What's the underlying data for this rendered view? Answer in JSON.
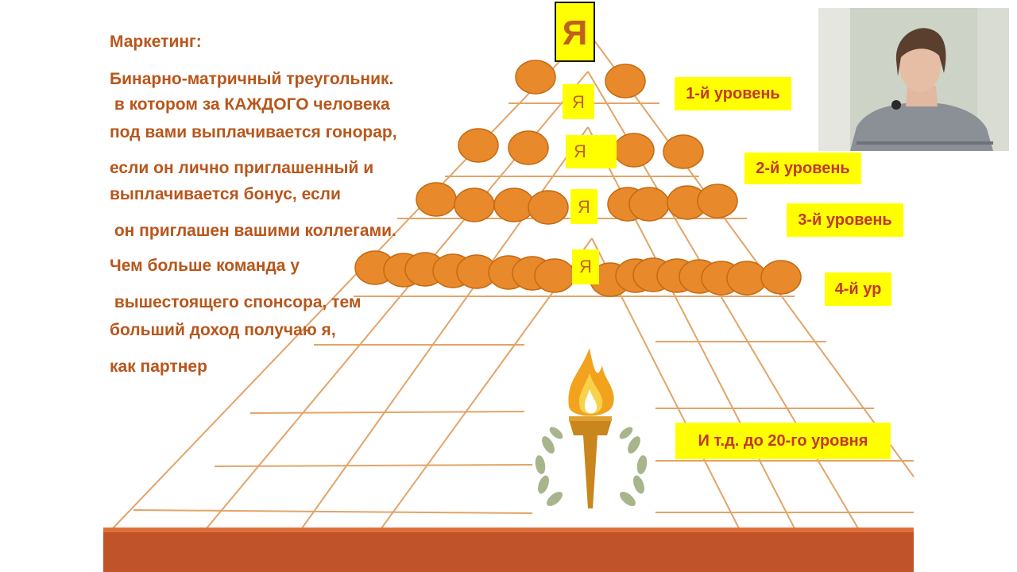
{
  "slide": {
    "paragraphs": [
      "Маркетинг:",
      "Бинарно-матричный треугольник.",
      " в котором за КАЖДОГО человека",
      "под вами выплачивается гонорар,",
      "если он лично приглашенный и",
      "выплачивается бонус, если",
      " он приглашен вашими коллегами.",
      "Чем больше команда у",
      " вышестоящего спонсора, тем",
      "больший доход получаю я,",
      "как партнер"
    ],
    "top_label": "Я",
    "ya_labels": [
      "Я",
      "Я",
      "Я",
      "Я"
    ],
    "levels": [
      "1-й уровень",
      "2-й уровень",
      "3-й уровень",
      "4-й ур"
    ],
    "footer_note": "И т.д. до 20-го уровня"
  },
  "colors": {
    "text": "#b8561b",
    "highlight": "#ffff00",
    "circle": "#e8892b",
    "circle_stroke": "#c56a12",
    "lines": "#e0a060",
    "bottom_bar": "#c0532a"
  },
  "icons": {
    "torch": "olympic-torch-with-laurel",
    "webcam": "presenter-video"
  }
}
